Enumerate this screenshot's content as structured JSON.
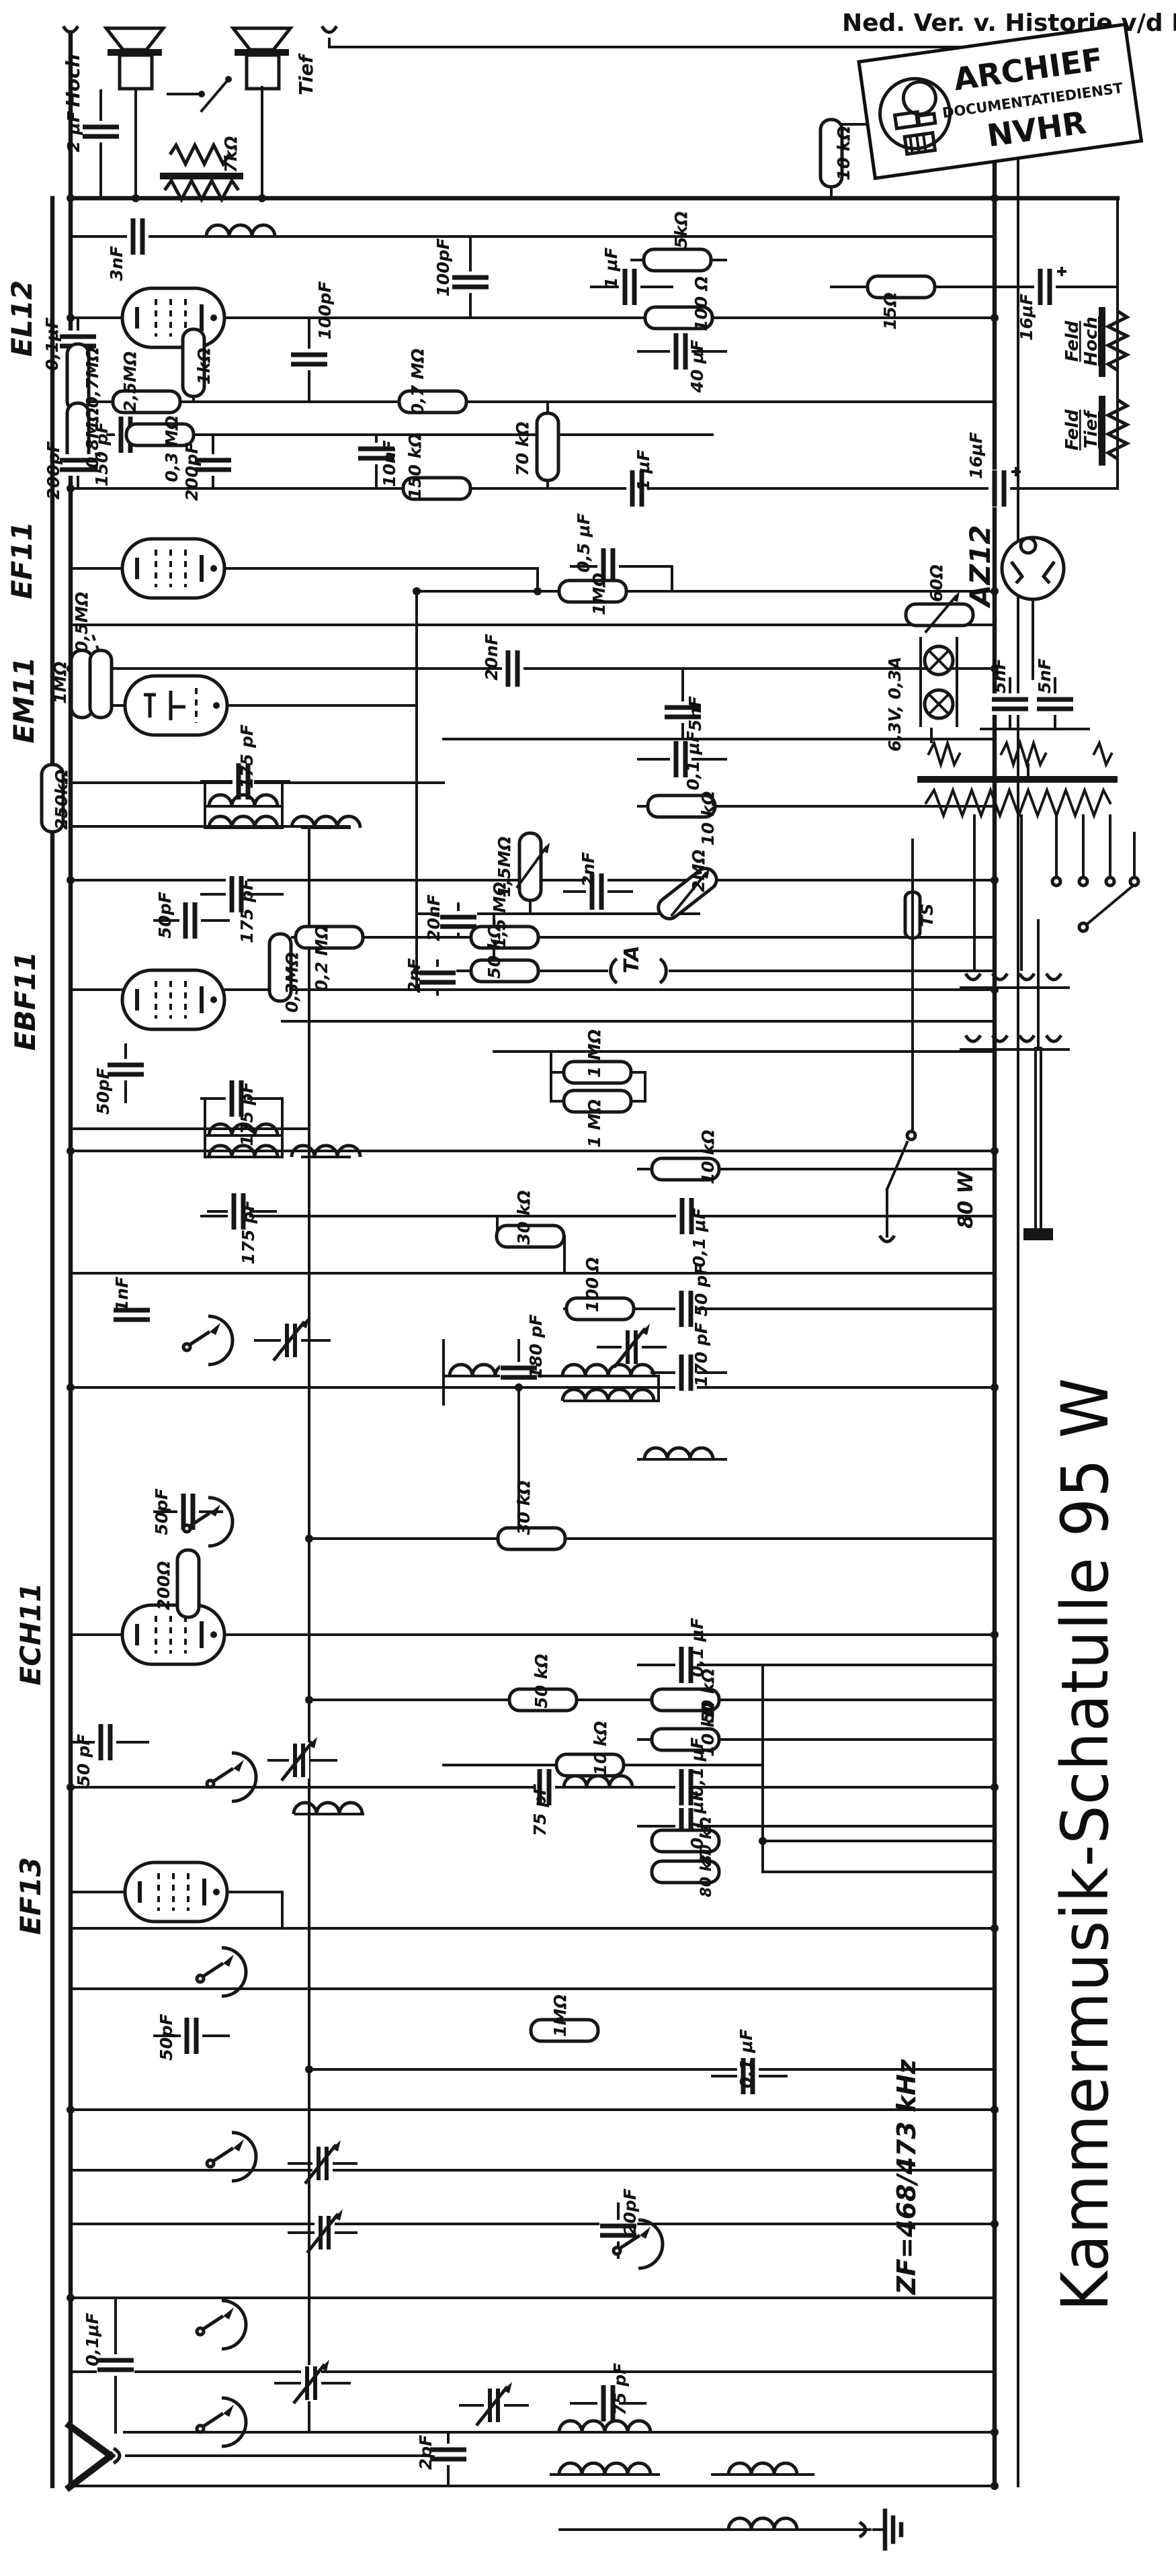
{
  "header": {
    "text": "Ned. Ver. v. Historie v/d R"
  },
  "stamp": {
    "line1": "ARCHIEF",
    "line2": "DOCUMENTATIEDIENST",
    "line3": "NVHR"
  },
  "title": "Kammermusik-Schatulle 95 W",
  "notes": {
    "if": "ZF=468/473 kHz",
    "power": "80 W"
  },
  "tubes": {
    "el12": "EL12",
    "ef11": "EF11",
    "em11": "EM11",
    "ebf11": "EBF11",
    "ech11": "ECH11",
    "ef13": "EF13",
    "az12": "AZ12"
  },
  "speakers": {
    "hoch": "Hoch",
    "tief": "Tief",
    "feld_hoch_1": "Feld",
    "feld_hoch_2": "Hoch",
    "feld_tief_1": "Feld",
    "feld_tief_2": "Tief"
  },
  "values": [
    "2 μF",
    "3nF",
    "7kΩ",
    "100pF",
    "0,1μF",
    "0,7MΩ",
    "2,5MΩ",
    "1kΩ",
    "100pF",
    "5kΩ",
    "1 μF",
    "100 Ω",
    "40 μF",
    "15Ω",
    "16μF",
    "10 kΩ",
    "0,8MΩ",
    "150 pF",
    "0,3 MΩ",
    "200pF",
    "200pF",
    "10nF",
    "150 kΩ",
    "0,7 MΩ",
    "70 kΩ",
    "1 μF",
    "16μF",
    "0,5 μF",
    "1MΩ",
    "0,5MΩ",
    "1MΩ",
    "20nF",
    "5nF",
    "0,1 μF",
    "250kΩ",
    "10 kΩ",
    "60Ω",
    "6,3V, 0,3A",
    "5nF",
    "5nF",
    "175 pF",
    "50pF",
    "175 pF",
    "0,3MΩ",
    "0,2 MΩ",
    "20nF",
    "1,5MΩ",
    "2nF",
    "2MΩ",
    "1,5 MΩ",
    "2nF",
    "50 kΩ",
    "50pF",
    "175 pF",
    "1 MΩ",
    "1 MΩ",
    "10 kΩ",
    "TS",
    "1nF",
    "175 pF",
    "30 kΩ",
    "0,1 μF",
    "100 Ω",
    "50 pF",
    "180 pF",
    "170 pF",
    "50pF",
    "30 kΩ",
    "200Ω",
    "50 pF",
    "0,1 μF",
    "50 kΩ",
    "50 kΩ",
    "10 kΩ",
    "10 kΩ",
    "0,1 μF",
    "75 pF",
    "0,1 μF",
    "80 kΩ",
    "80 kΩ",
    "1MΩ",
    "50pF",
    "0,1 μF",
    "20pF",
    "0,1μF",
    "2pF",
    "75 pF",
    "TA"
  ]
}
